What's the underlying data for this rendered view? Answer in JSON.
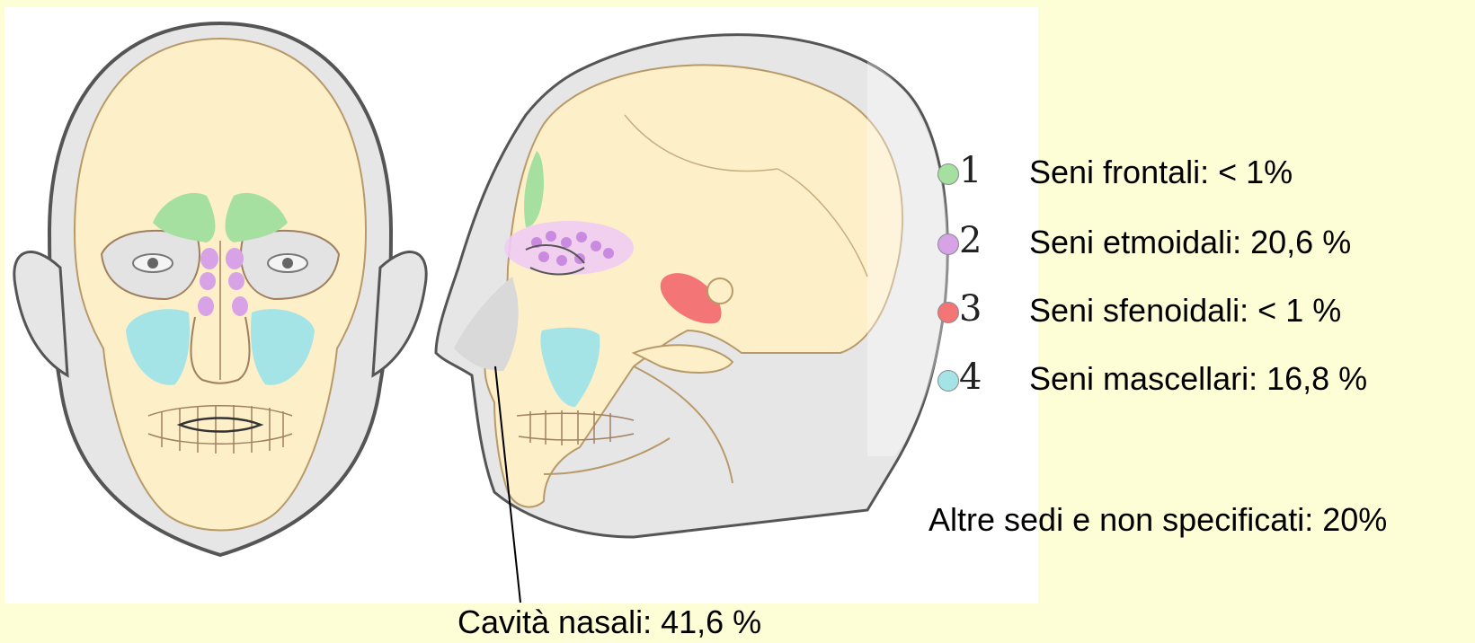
{
  "legend": {
    "items": [
      {
        "number": "1",
        "label": "Seni frontali: < 1%",
        "color": "#a6e0a0"
      },
      {
        "number": "2",
        "label": "Seni etmoidali: 20,6 %",
        "color": "#d7a2e6"
      },
      {
        "number": "3",
        "label": "Seni sfenoidali: < 1 %",
        "color": "#f37575"
      },
      {
        "number": "4",
        "label": "Seni mascellari: 16,8 %",
        "color": "#a4e4e6"
      }
    ]
  },
  "other_sites": "Altre sedi e non specificati: 20%",
  "nasal_cavity": "Cavità nasali: 41,6 %",
  "colors": {
    "background": "#fdfdd6",
    "skull": "#fdefc8",
    "skin": "#e6e6e6",
    "frontal": "#a6e0a0",
    "ethmoid": "#d7a2e6",
    "sphenoid": "#f37575",
    "maxillary": "#a4e4e6"
  }
}
